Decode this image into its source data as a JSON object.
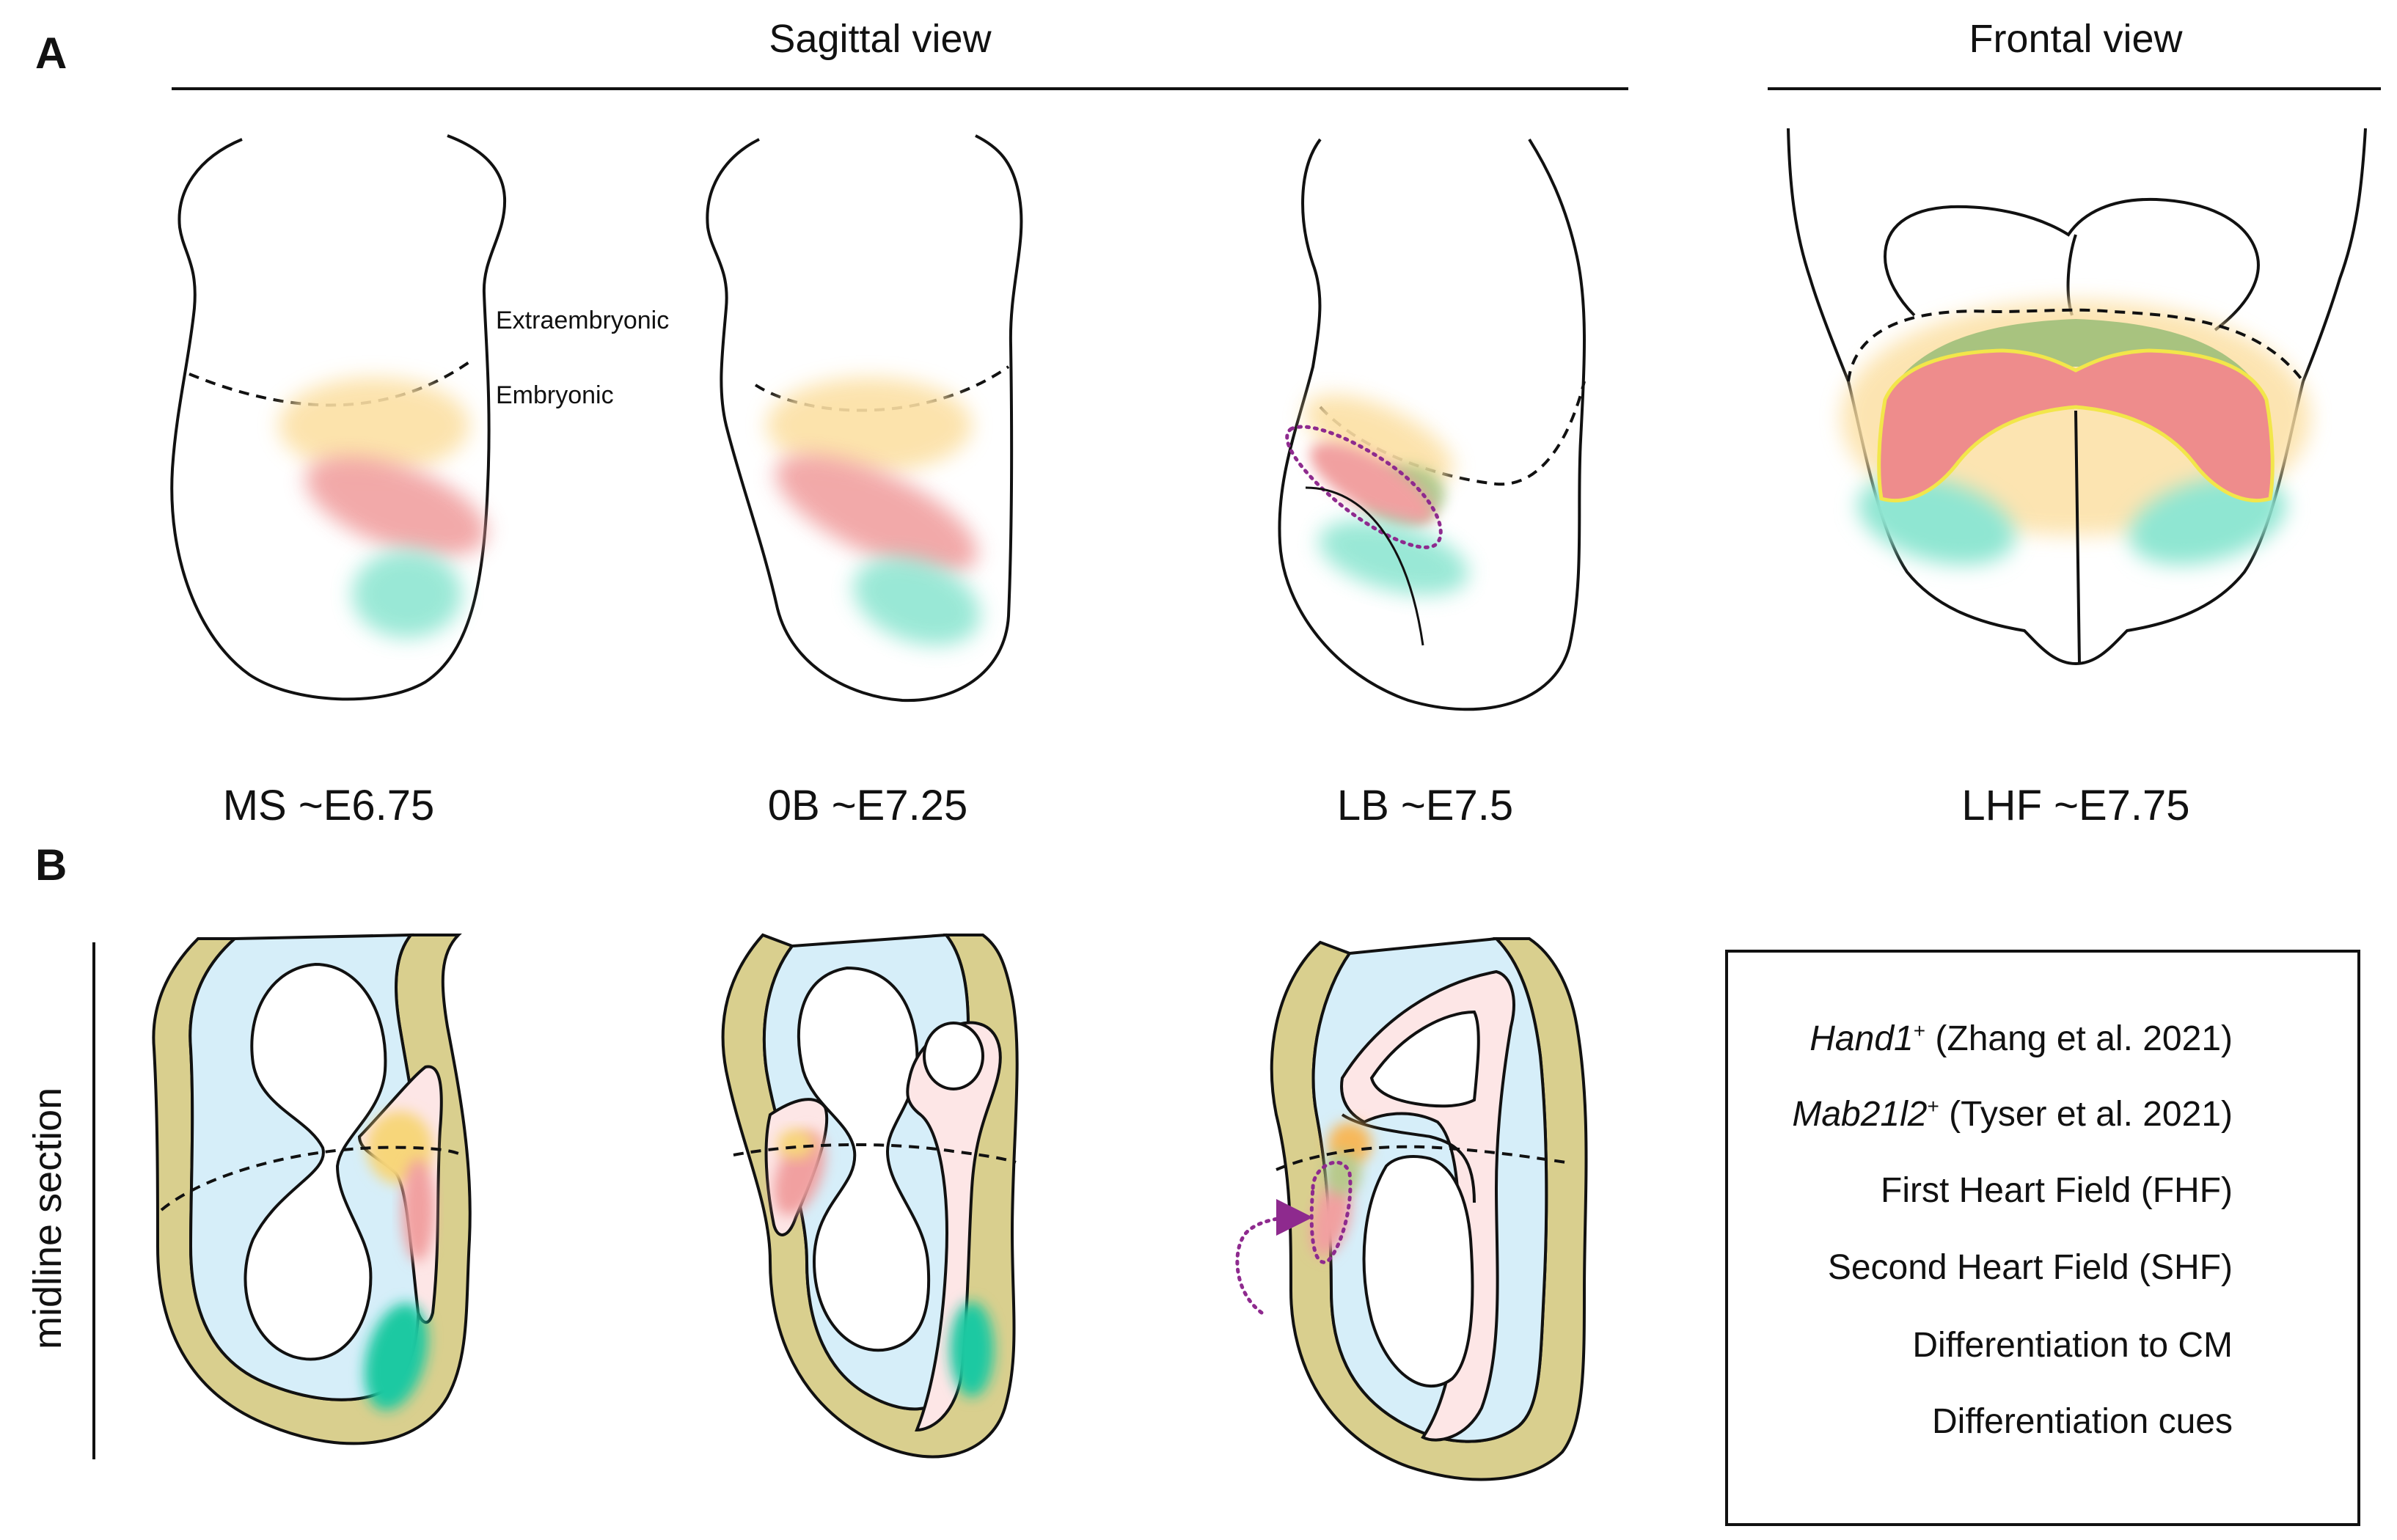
{
  "panels": {
    "a": "A",
    "b": "B"
  },
  "headers": {
    "sagittal": "Sagittal view",
    "frontal": "Frontal view"
  },
  "stages": [
    "MS ~E6.75",
    "0B ~E7.25",
    "LB ~E7.5",
    "LHF ~E7.75"
  ],
  "annotations": {
    "extraembryonic": "Extraembryonic",
    "embryonic": "Embryonic"
  },
  "section_label": "midline section",
  "legend": {
    "items": [
      {
        "gene": "Hand1",
        "sup": "+",
        "rest": " (Zhang et al. 2021)",
        "color": "#FCE0A4",
        "kind": "fill"
      },
      {
        "gene": "Mab21l2",
        "sup": "+",
        "rest": " (Tyser et al. 2021)",
        "color": "#7FA556",
        "kind": "fill"
      },
      {
        "gene": "",
        "sup": "",
        "rest": "First Heart Field (FHF)",
        "color": "#F1A0A0",
        "kind": "fill"
      },
      {
        "gene": "",
        "sup": "",
        "rest": "Second Heart Field (SHF)",
        "color": "#1DC9A2",
        "kind": "fill"
      },
      {
        "gene": "",
        "sup": "",
        "rest": "Differentiation to CM",
        "color": "#8E2A8E",
        "kind": "dotted-box"
      },
      {
        "gene": "",
        "sup": "",
        "rest": "Differentiation cues",
        "color": "#8E2A8E",
        "kind": "arrow"
      }
    ]
  },
  "colors": {
    "hand1": "#FCE0A4",
    "mab21l2": "#7FA556",
    "fhf": "#F1A0A0",
    "shf": "#1DC9A2",
    "cue": "#8E2A8E",
    "outer_layer": "#D9CF8E",
    "cavity": "#D6EEF9",
    "heart_tube": "#FDE6E6"
  }
}
